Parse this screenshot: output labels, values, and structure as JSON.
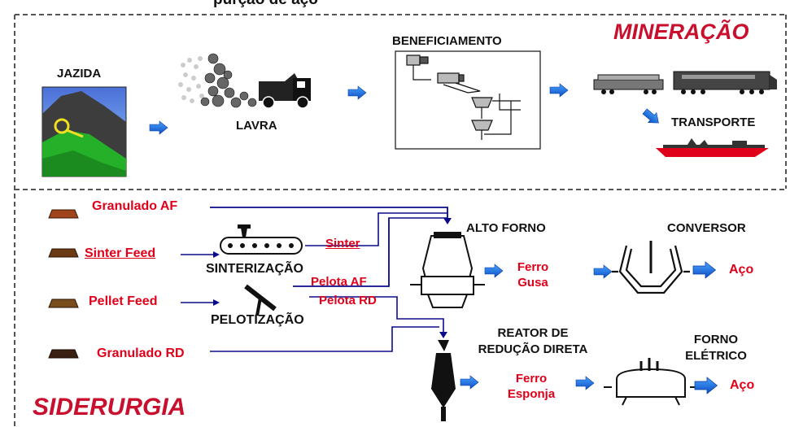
{
  "colors": {
    "accent_red": "#e0001a",
    "arrow_blue": "#1f6fd6",
    "line_navy": "#0b0b8a",
    "ore_brown": "#6b3a12"
  },
  "header_fragment": "purção de aço",
  "mining": {
    "title": "MINERAÇÃO",
    "jazida": "JAZIDA",
    "lavra": "LAVRA",
    "beneficiamento": "BENEFICIAMENTO",
    "transporte": "TRANSPORTE"
  },
  "steel": {
    "title": "SIDERURGIA",
    "inputs": {
      "granulado_af": "Granulado AF",
      "sinter_feed": "Sinter Feed",
      "pellet_feed": "Pellet Feed",
      "granulado_rd": "Granulado RD"
    },
    "sinterizacao": "SINTERIZAÇÃO",
    "pelotizacao": "PELOTIZAÇÃO",
    "line_sinter": "Sinter",
    "line_pelota_af": "Pelota AF",
    "line_pelota_rd": "Pelota RD",
    "alto_forno": "ALTO FORNO",
    "ferro_gusa": [
      "Ferro",
      "Gusa"
    ],
    "conversor": "CONVERSOR",
    "aco_1": "Aço",
    "reator": [
      "REATOR DE",
      "REDUÇÃO DIRETA"
    ],
    "ferro_esponja": [
      "Ferro",
      "Esponja"
    ],
    "forno_eletrico": [
      "FORNO",
      "ELÉTRICO"
    ],
    "aco_2": "Aço"
  }
}
